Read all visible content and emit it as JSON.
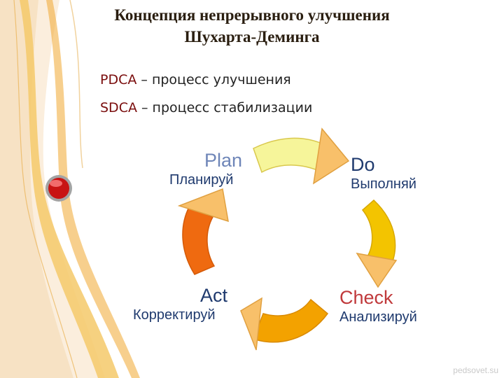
{
  "title_lines": [
    "Концепция непрерывного улучшения",
    "Шухарта-Деминга"
  ],
  "definitions": [
    {
      "key": "PDCA",
      "text": " – процесс улучшения"
    },
    {
      "key": "SDCA",
      "text": " – процесс стабилизации"
    }
  ],
  "cycle": [
    {
      "en": "Plan",
      "ru": "Планируй"
    },
    {
      "en": "Do",
      "ru": "Выполняй"
    },
    {
      "en": "Check",
      "ru": "Анализируй"
    },
    {
      "en": "Act",
      "ru": "Корректируй"
    }
  ],
  "colors": {
    "plan_label": "#6f86b8",
    "do_label": "#1f3a6e",
    "check_label": "#c0393b",
    "act_label": "#1f3a6e",
    "arrow_top": "#f6f59a",
    "arrow_right": "#f3c400",
    "arrow_bottom": "#f3a200",
    "arrow_left": "#ef6a10",
    "arrow_head": "#f8c06a"
  },
  "watermark": "pedsovet.su"
}
